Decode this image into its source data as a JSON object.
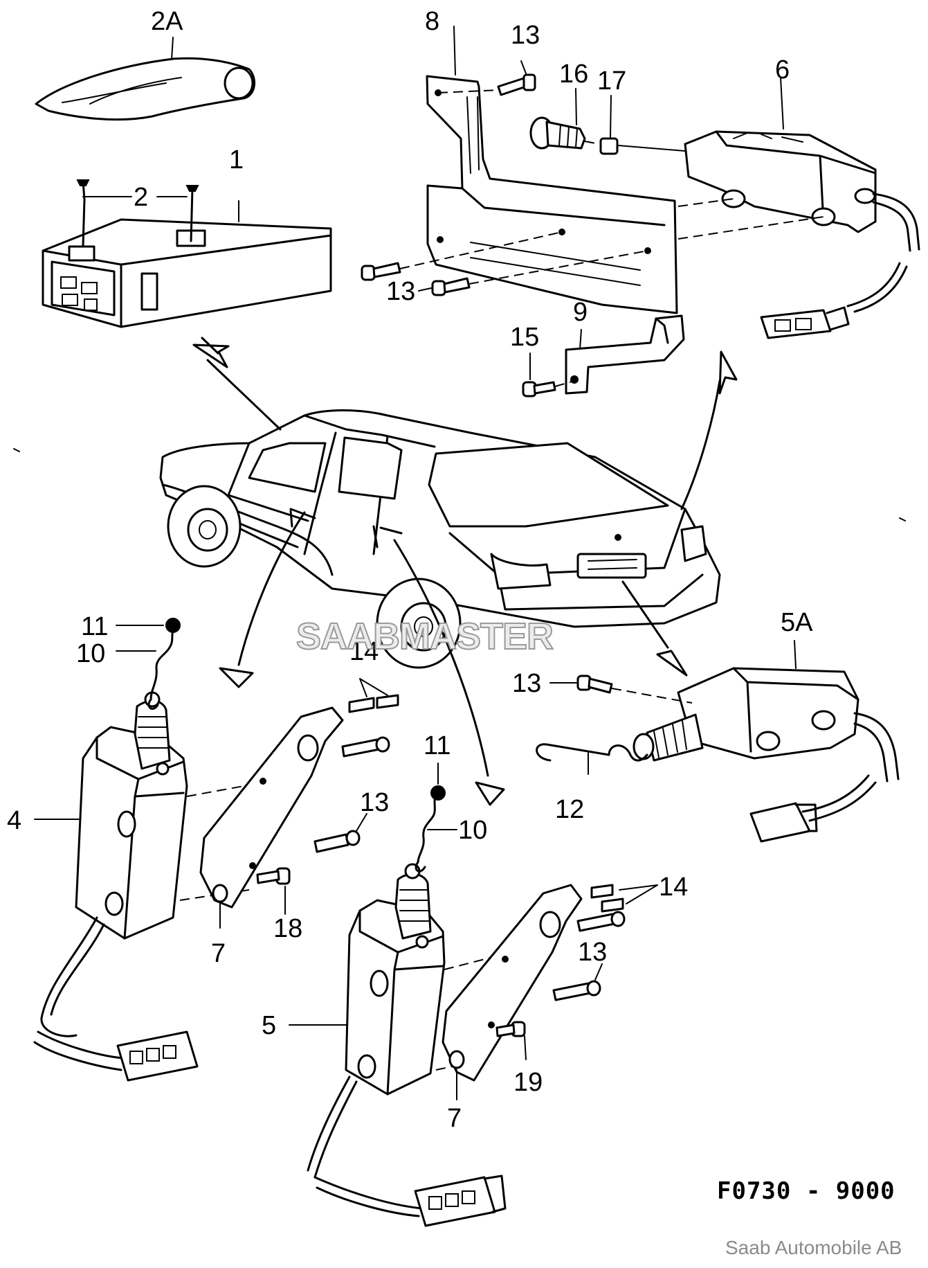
{
  "diagram": {
    "callouts": {
      "c2A": "2A",
      "c1": "1",
      "c2": "2",
      "c8": "8",
      "c13_top": "13",
      "c16": "16",
      "c17": "17",
      "c6": "6",
      "c13_mid": "13",
      "c9": "9",
      "c15": "15",
      "c11_left": "11",
      "c10_left": "10",
      "c14_left": "14",
      "c5A": "5A",
      "c13_5a": "13",
      "c4": "4",
      "c13_left": "13",
      "c11_right": "11",
      "c10_right": "10",
      "c12": "12",
      "c7_left": "7",
      "c18": "18",
      "c14_right": "14",
      "c13_right": "13",
      "c5": "5",
      "c19": "19",
      "c7_right": "7"
    },
    "drawing_code": "F0730 - 9000",
    "watermark": "SAABMASTER",
    "copyright": "Saab Automobile AB"
  }
}
